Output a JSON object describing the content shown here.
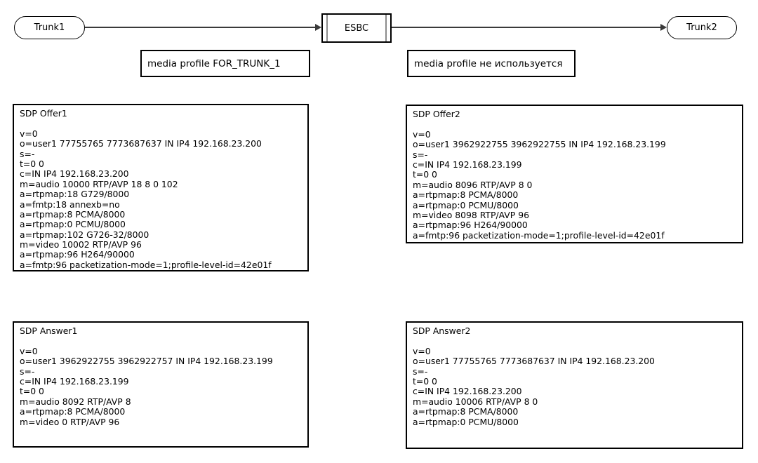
{
  "colors": {
    "background": "#ffffff",
    "border": "#000000",
    "text": "#000000",
    "connector": "#3a3a3a",
    "esbc_inner_bar": "#8c8c8c"
  },
  "nodes": {
    "trunk1": "Trunk1",
    "esbc": "ESBC",
    "trunk2": "Trunk2"
  },
  "media_labels": {
    "left": "media profile FOR_TRUNK_1",
    "right": "media profile не используется"
  },
  "sdp": {
    "offer1": {
      "title": "SDP Offer1",
      "lines": [
        "v=0",
        "o=user1 77755765 7773687637 IN IP4 192.168.23.200",
        "s=-",
        "t=0 0",
        "c=IN IP4 192.168.23.200",
        "m=audio 10000 RTP/AVP 18 8 0 102",
        "a=rtpmap:18 G729/8000",
        "a=fmtp:18 annexb=no",
        "a=rtpmap:8 PCMA/8000",
        "a=rtpmap:0 PCMU/8000",
        "a=rtpmap:102 G726-32/8000",
        "m=video 10002 RTP/AVP 96",
        "a=rtpmap:96 H264/90000",
        "a=fmtp:96 packetization-mode=1;profile-level-id=42e01f"
      ]
    },
    "offer2": {
      "title": "SDP Offer2",
      "lines": [
        "v=0",
        "o=user1 3962922755 3962922755 IN IP4 192.168.23.199",
        "s=-",
        "c=IN IP4 192.168.23.199",
        "t=0 0",
        "m=audio 8096 RTP/AVP 8 0",
        "a=rtpmap:8 PCMA/8000",
        "a=rtpmap:0 PCMU/8000",
        "m=video 8098 RTP/AVP 96",
        "a=rtpmap:96 H264/90000",
        "a=fmtp:96 packetization-mode=1;profile-level-id=42e01f"
      ]
    },
    "answer1": {
      "title": "SDP Answer1",
      "lines": [
        "v=0",
        "o=user1 3962922755 3962922757 IN IP4 192.168.23.199",
        "s=-",
        "c=IN IP4 192.168.23.199",
        "t=0 0",
        "m=audio 8092 RTP/AVP 8",
        "a=rtpmap:8 PCMA/8000",
        "m=video 0 RTP/AVP 96"
      ]
    },
    "answer2": {
      "title": "SDP Answer2",
      "lines": [
        "v=0",
        "o=user1 77755765 7773687637 IN IP4 192.168.23.200",
        "s=-",
        "t=0 0",
        "c=IN IP4 192.168.23.200",
        "m=audio 10006 RTP/AVP 8 0",
        "a=rtpmap:8 PCMA/8000",
        "a=rtpmap:0 PCMU/8000"
      ]
    }
  }
}
